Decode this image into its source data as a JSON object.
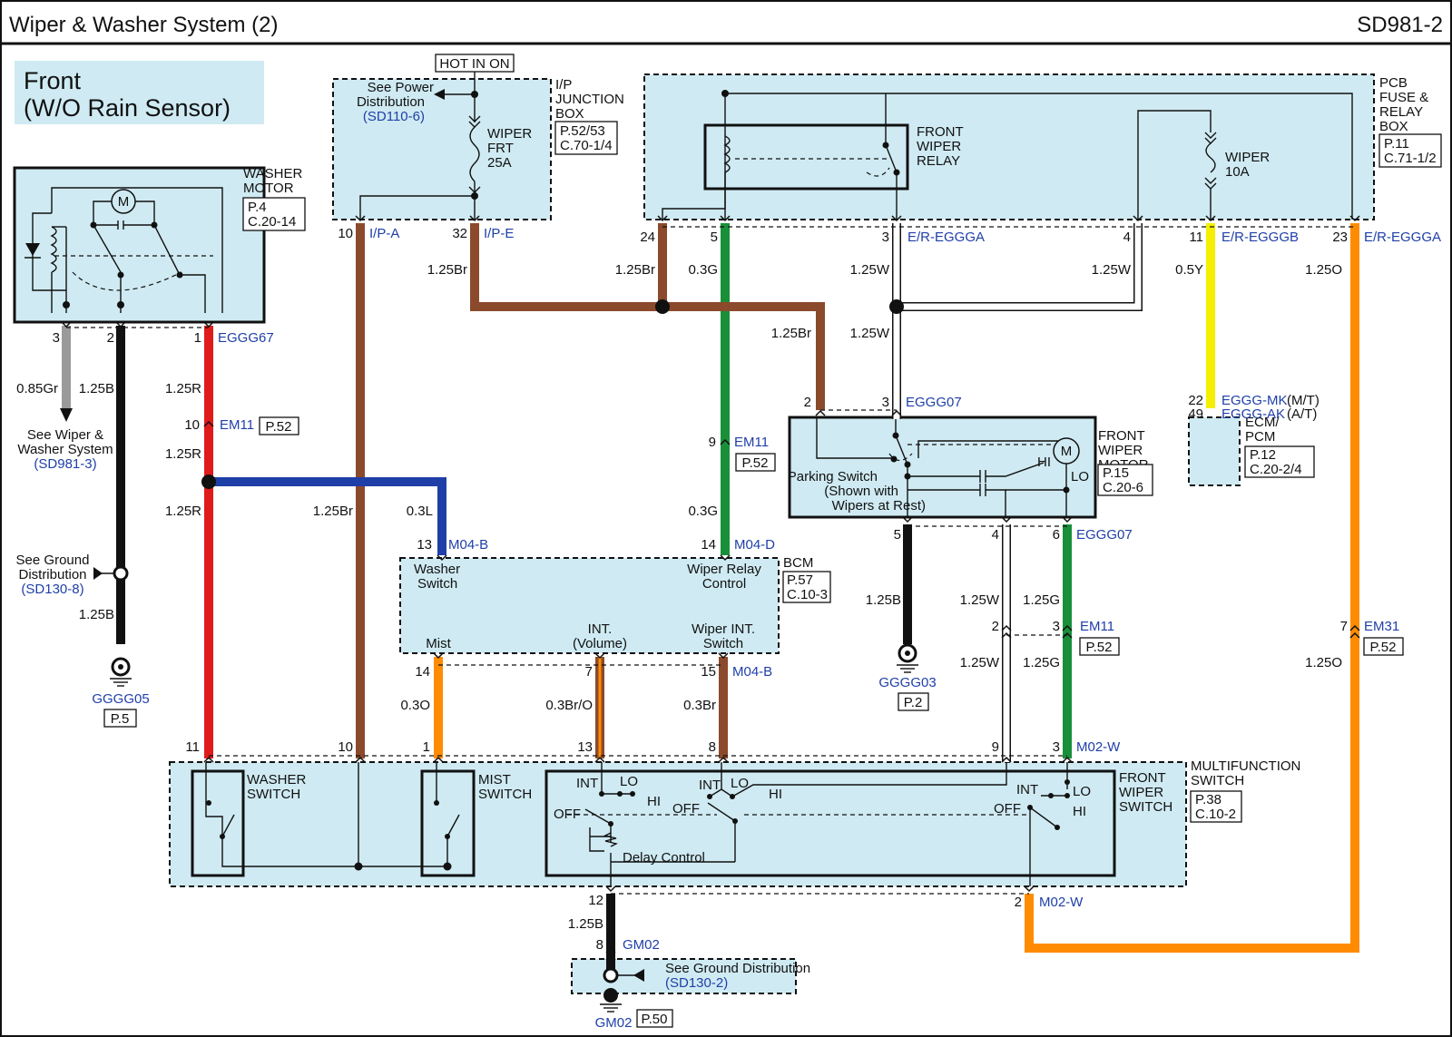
{
  "header": {
    "title": "Wiper & Washer System (2)",
    "code": "SD981-2"
  },
  "banner": {
    "line1": "Front",
    "line2": "(W/O Rain Sensor)"
  },
  "colors": {
    "panel": "#cfeaf2",
    "brown": "#8b4a2b",
    "green": "#1a8f3a",
    "yellow": "#f4f000",
    "orange": "#ff8c00",
    "red": "#e01b1b",
    "blue": "#1f3fa8",
    "gray": "#9a9a9a",
    "black": "#111111",
    "white": "#ffffff",
    "link": "#1f3fa8"
  },
  "components": {
    "hot_in_on": "HOT IN ON",
    "ipjb": {
      "name": "I/P JUNCTION BOX",
      "name_lines": [
        "I/P",
        "JUNCTION",
        "BOX"
      ],
      "ref1": "P.52/53",
      "ref2": "C.70-1/4",
      "see_line1": "See Power",
      "see_line2": "Distribution",
      "see_link": "(SD110-6)",
      "fuse_lines": [
        "WIPER",
        "FRT",
        "25A"
      ]
    },
    "pcb": {
      "name_lines": [
        "PCB",
        "FUSE &",
        "RELAY",
        "BOX"
      ],
      "ref1": "P.11",
      "ref2": "C.71-1/2",
      "relay_lines": [
        "FRONT",
        "WIPER",
        "RELAY"
      ],
      "fuse_lines": [
        "WIPER",
        "10A"
      ]
    },
    "washer_motor": {
      "name_lines": [
        "WASHER",
        "MOTOR"
      ],
      "ref1": "P.4",
      "ref2": "C.20-14",
      "motor": "M"
    },
    "front_wiper_motor": {
      "name_lines": [
        "FRONT",
        "WIPER",
        "MOTOR"
      ],
      "ref1": "P.15",
      "ref2": "C.20-6",
      "parking_lines": [
        "Parking Switch",
        "(Shown with",
        "Wipers at Rest)"
      ],
      "hi": "HI",
      "lo": "LO",
      "motor": "M"
    },
    "ecm": {
      "name_lines": [
        "ECM/",
        "PCM"
      ],
      "ref1": "P.12",
      "ref2": "C.20-2/4"
    },
    "bcm": {
      "name": "BCM",
      "ref1": "P.57",
      "ref2": "C.10-3",
      "washer_lines": [
        "Washer",
        "Switch"
      ],
      "relay_lines": [
        "Wiper Relay",
        "Control"
      ],
      "mist": "Mist",
      "int_lines": [
        "INT.",
        "(Volume)"
      ],
      "wint_lines": [
        "Wiper INT.",
        "Switch"
      ]
    },
    "mfs": {
      "name_lines": [
        "MULTIFUNCTION",
        "SWITCH"
      ],
      "ref1": "P.38",
      "ref2": "C.10-2",
      "washer_lines": [
        "WASHER",
        "SWITCH"
      ],
      "mist_lines": [
        "MIST",
        "SWITCH"
      ],
      "fws_lines": [
        "FRONT",
        "WIPER",
        "SWITCH"
      ],
      "int": "INT",
      "lo": "LO",
      "hi": "HI",
      "off": "OFF",
      "delay": "Delay Control"
    },
    "ground_box": {
      "see": "See Ground Distribution",
      "link": "(SD130-2)"
    }
  },
  "connectors": {
    "ip_a": "I/P-A",
    "ip_e": "I/P-E",
    "er_eggga": "E/R-EGGGA",
    "er_egggb": "E/R-EGGGB",
    "eggg67": "EGGG67",
    "em11": "EM11",
    "eggg07": "EGGG07",
    "m04b": "M04-B",
    "m04d": "M04-D",
    "m02w": "M02-W",
    "em31": "EM31",
    "gm02": "GM02",
    "eggg_ak": "EGGG-AK",
    "eggg_mk": "EGGG-MK",
    "at": "(A/T)",
    "mt": "(M/T)"
  },
  "pins": {
    "p10": "10",
    "p32": "32",
    "p24": "24",
    "p5": "5",
    "p3": "3",
    "p4": "4",
    "p11": "11",
    "p23": "23",
    "p2": "2",
    "p1": "1",
    "p49": "49",
    "p22": "22",
    "p9": "9",
    "p13": "13",
    "p14": "14",
    "p6": "6",
    "p7": "7",
    "p15": "15",
    "p8": "8",
    "p12": "12"
  },
  "wires": {
    "w085gr": "0.85Gr",
    "w125b": "1.25B",
    "w125r": "1.25R",
    "w125br": "1.25Br",
    "w03g": "0.3G",
    "w125w": "1.25W",
    "w05y": "0.5Y",
    "w125o": "1.25O",
    "w03l": "0.3L",
    "w125g": "1.25G",
    "w03o": "0.3O",
    "w03bro": "0.3Br/O",
    "w03br": "0.3Br"
  },
  "refs": {
    "p52": "P.52",
    "p5": "P.5",
    "p2": "P.2",
    "p50": "P.50"
  },
  "grounds": {
    "gggg05": "GGGG05",
    "gggg03": "GGGG03",
    "gm02": "GM02"
  },
  "notes": {
    "see_wiper_line1": "See Wiper &",
    "see_wiper_line2": "Washer System",
    "see_wiper_link": "(SD981-3)",
    "see_ground_line1": "See Ground",
    "see_ground_line2": "Distribution",
    "see_ground_link": "(SD130-8)"
  }
}
